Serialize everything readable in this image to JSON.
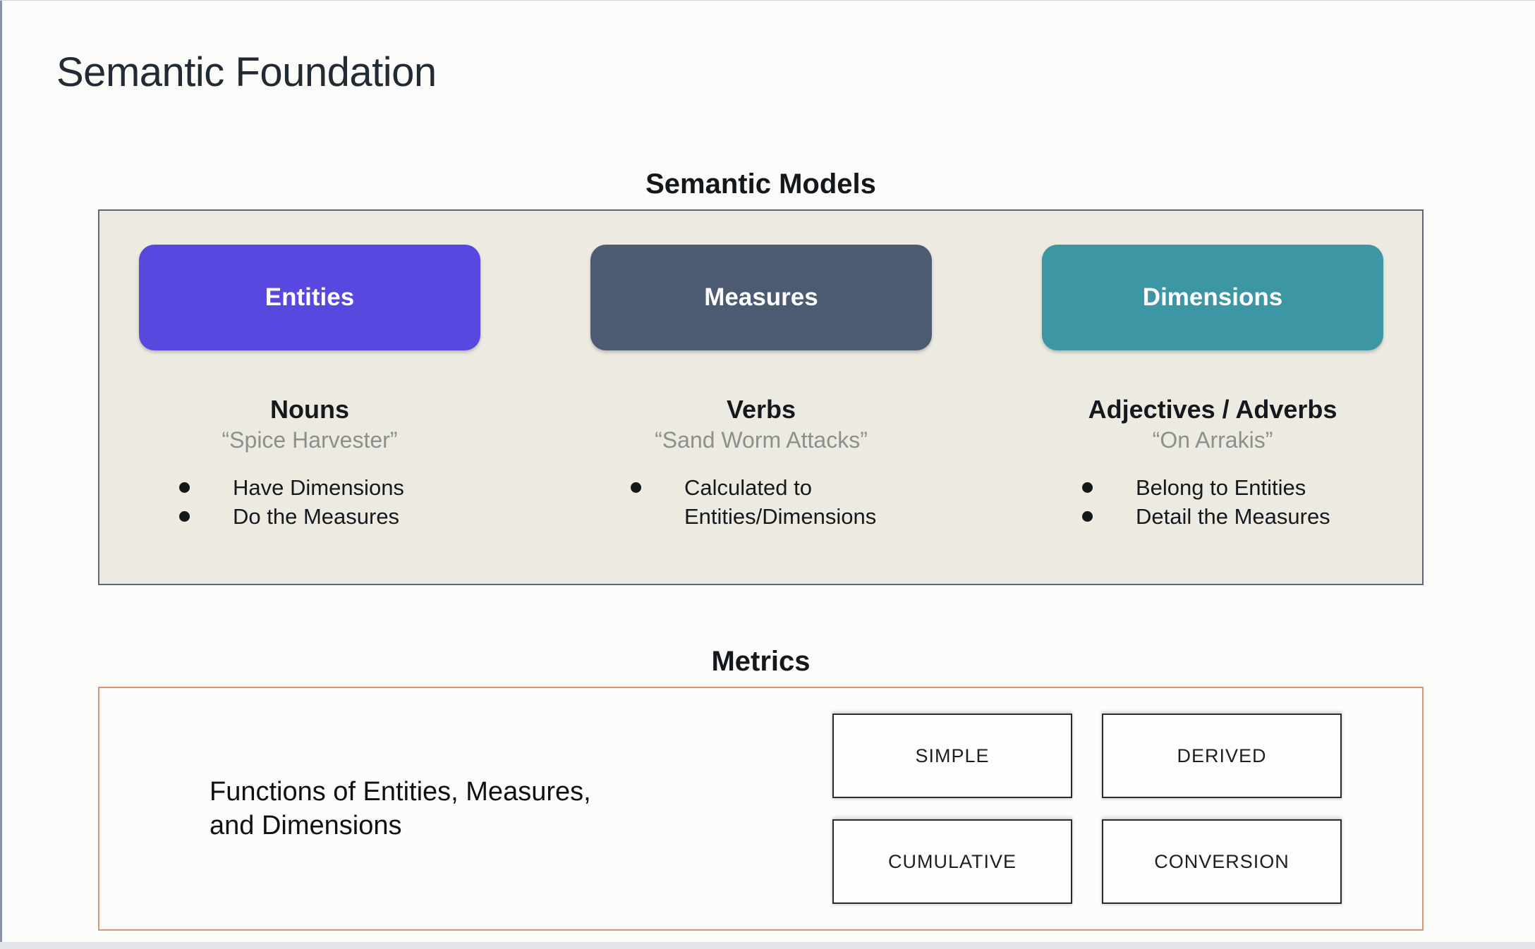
{
  "slide": {
    "title": "Semantic Foundation"
  },
  "colors": {
    "entities": "#5948E0",
    "measures": "#4D5B72",
    "dimensions": "#3D96A4",
    "models_panel_bg": "#EDEBE1",
    "models_panel_border": "#5D6875",
    "metrics_panel_border": "#DB9277"
  },
  "semantic_models": {
    "heading": "Semantic Models",
    "columns": [
      {
        "button": "Entities",
        "role": "Nouns",
        "example": "“Spice Harvester”",
        "bullets": [
          "Have Dimensions",
          "Do the Measures"
        ]
      },
      {
        "button": "Measures",
        "role": "Verbs",
        "example": "“Sand Worm Attacks”",
        "bullets": [
          "Calculated to Entities/Dimensions"
        ]
      },
      {
        "button": "Dimensions",
        "role": "Adjectives / Adverbs",
        "example": "“On Arrakis”",
        "bullets": [
          "Belong to Entities",
          "Detail the Measures"
        ]
      }
    ]
  },
  "metrics": {
    "heading": "Metrics",
    "description_line1": "Functions of Entities, Measures,",
    "description_line2": "and Dimensions",
    "types": [
      "SIMPLE",
      "DERIVED",
      "CUMULATIVE",
      "CONVERSION"
    ]
  }
}
